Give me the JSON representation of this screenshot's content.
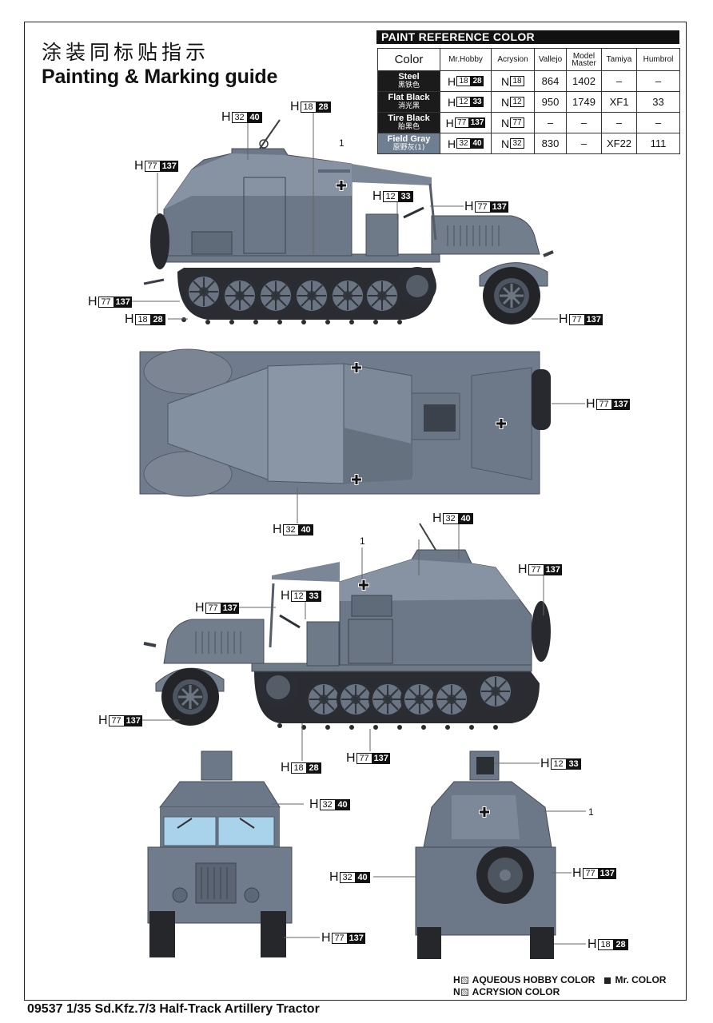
{
  "header": {
    "title_cn": "涂装同标贴指示",
    "title_en": "Painting & Marking guide"
  },
  "paint_table": {
    "title": "PAINT  REFERENCE COLOR",
    "columns": [
      "Color",
      "Mr.Hobby",
      "Acrysion",
      "Vallejo",
      "Model Master",
      "Tamiya",
      "Humbrol"
    ],
    "rows": [
      {
        "name_en": "Steel",
        "name_cn": "黑铁色",
        "mrhobby_letter": "H",
        "mrhobby_h": "18",
        "mrhobby_c": "28",
        "acrysion_letter": "N",
        "acrysion": "18",
        "vallejo": "864",
        "model_master": "1402",
        "tamiya": "–",
        "humbrol": "–"
      },
      {
        "name_en": "Flat Black",
        "name_cn": "消光黑",
        "mrhobby_letter": "H",
        "mrhobby_h": "12",
        "mrhobby_c": "33",
        "acrysion_letter": "N",
        "acrysion": "12",
        "vallejo": "950",
        "model_master": "1749",
        "tamiya": "XF1",
        "humbrol": "33"
      },
      {
        "name_en": "Tire Black",
        "name_cn": "胎黑色",
        "mrhobby_letter": "H",
        "mrhobby_h": "77",
        "mrhobby_c": "137",
        "acrysion_letter": "N",
        "acrysion": "77",
        "vallejo": "–",
        "model_master": "–",
        "tamiya": "–",
        "humbrol": "–"
      },
      {
        "name_en": "Field Gray",
        "name_cn": "原野灰(1)",
        "mrhobby_letter": "H",
        "mrhobby_h": "32",
        "mrhobby_c": "40",
        "acrysion_letter": "N",
        "acrysion": "32",
        "vallejo": "830",
        "model_master": "–",
        "tamiya": "XF22",
        "humbrol": "111"
      }
    ]
  },
  "callouts": [
    {
      "id": "side1-superstructure",
      "letter": "H",
      "h": "32",
      "c": "40"
    },
    {
      "id": "side1-track-top",
      "letter": "H",
      "h": "18",
      "c": "28"
    },
    {
      "id": "side1-spare-tire",
      "letter": "H",
      "h": "77",
      "c": "137"
    },
    {
      "id": "side1-seat",
      "letter": "H",
      "h": "12",
      "c": "33"
    },
    {
      "id": "side1-steering",
      "letter": "H",
      "h": "77",
      "c": "137"
    },
    {
      "id": "side1-roadwheel",
      "letter": "H",
      "h": "77",
      "c": "137"
    },
    {
      "id": "side1-track",
      "letter": "H",
      "h": "18",
      "c": "28"
    },
    {
      "id": "side1-front-tire",
      "letter": "H",
      "h": "77",
      "c": "137"
    },
    {
      "id": "top-spare-tire",
      "letter": "H",
      "h": "77",
      "c": "137"
    },
    {
      "id": "top-body",
      "letter": "H",
      "h": "32",
      "c": "40"
    },
    {
      "id": "side2-superstructure",
      "letter": "H",
      "h": "32",
      "c": "40"
    },
    {
      "id": "side2-spare-tire",
      "letter": "H",
      "h": "77",
      "c": "137"
    },
    {
      "id": "side2-steering",
      "letter": "H",
      "h": "77",
      "c": "137"
    },
    {
      "id": "side2-seat",
      "letter": "H",
      "h": "12",
      "c": "33"
    },
    {
      "id": "side2-front-tire",
      "letter": "H",
      "h": "77",
      "c": "137"
    },
    {
      "id": "side2-roadwheel",
      "letter": "H",
      "h": "77",
      "c": "137"
    },
    {
      "id": "side2-track",
      "letter": "H",
      "h": "18",
      "c": "28"
    },
    {
      "id": "front-body",
      "letter": "H",
      "h": "32",
      "c": "40"
    },
    {
      "id": "front-tire",
      "letter": "H",
      "h": "77",
      "c": "137"
    },
    {
      "id": "rear-shield",
      "letter": "H",
      "h": "12",
      "c": "33"
    },
    {
      "id": "rear-body",
      "letter": "H",
      "h": "32",
      "c": "40"
    },
    {
      "id": "rear-spare-tire",
      "letter": "H",
      "h": "77",
      "c": "137"
    },
    {
      "id": "rear-track",
      "letter": "H",
      "h": "18",
      "c": "28"
    }
  ],
  "decal_markers": {
    "side1": "1",
    "side2": "1",
    "rear": "1"
  },
  "legend": {
    "h_label": "AQUEOUS HOBBY COLOR",
    "h_letter": "H",
    "mr_label": "Mr. COLOR",
    "n_label": "ACRYSION COLOR",
    "n_letter": "N"
  },
  "footer": {
    "text": "09537 1/35 Sd.Kfz.7/3 Half-Track Artillery Tractor"
  },
  "colors": {
    "field_gray": "#6f7f91",
    "body_light": "#7b8797",
    "body_dark": "#5d6876",
    "tire_black": "#1e1f22",
    "table_header": "#111111",
    "glass": "#a9d3ea"
  }
}
